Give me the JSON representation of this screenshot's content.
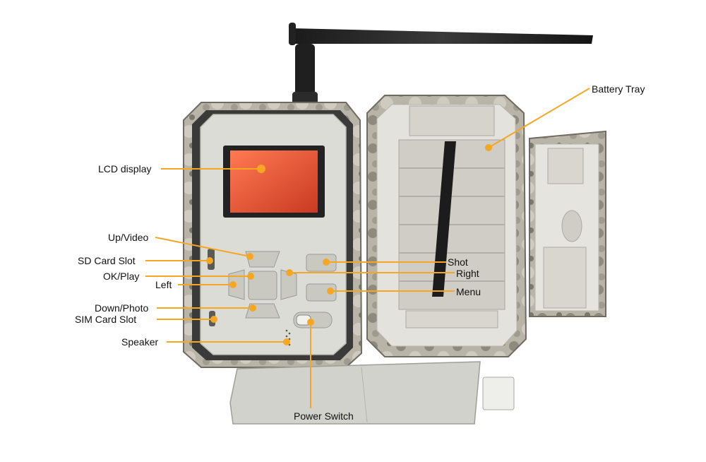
{
  "colors": {
    "accent": "#f5a623",
    "camo": "#b9b5aa",
    "panel": "#dcdcd6",
    "lcd": "#e8553a"
  },
  "callouts": [
    {
      "id": "battery-tray",
      "label": "Battery Tray"
    },
    {
      "id": "lcd-display",
      "label": "LCD display"
    },
    {
      "id": "up-video",
      "label": "Up/Video"
    },
    {
      "id": "sd-card-slot",
      "label": "SD Card Slot"
    },
    {
      "id": "ok-play",
      "label": "OK/Play"
    },
    {
      "id": "left",
      "label": "Left"
    },
    {
      "id": "down-photo",
      "label": "Down/Photo"
    },
    {
      "id": "sim-card-slot",
      "label": "SIM Card Slot"
    },
    {
      "id": "speaker",
      "label": "Speaker"
    },
    {
      "id": "shot",
      "label": "Shot"
    },
    {
      "id": "right",
      "label": "Right"
    },
    {
      "id": "menu",
      "label": "Menu"
    },
    {
      "id": "power-switch",
      "label": "Power Switch"
    }
  ]
}
